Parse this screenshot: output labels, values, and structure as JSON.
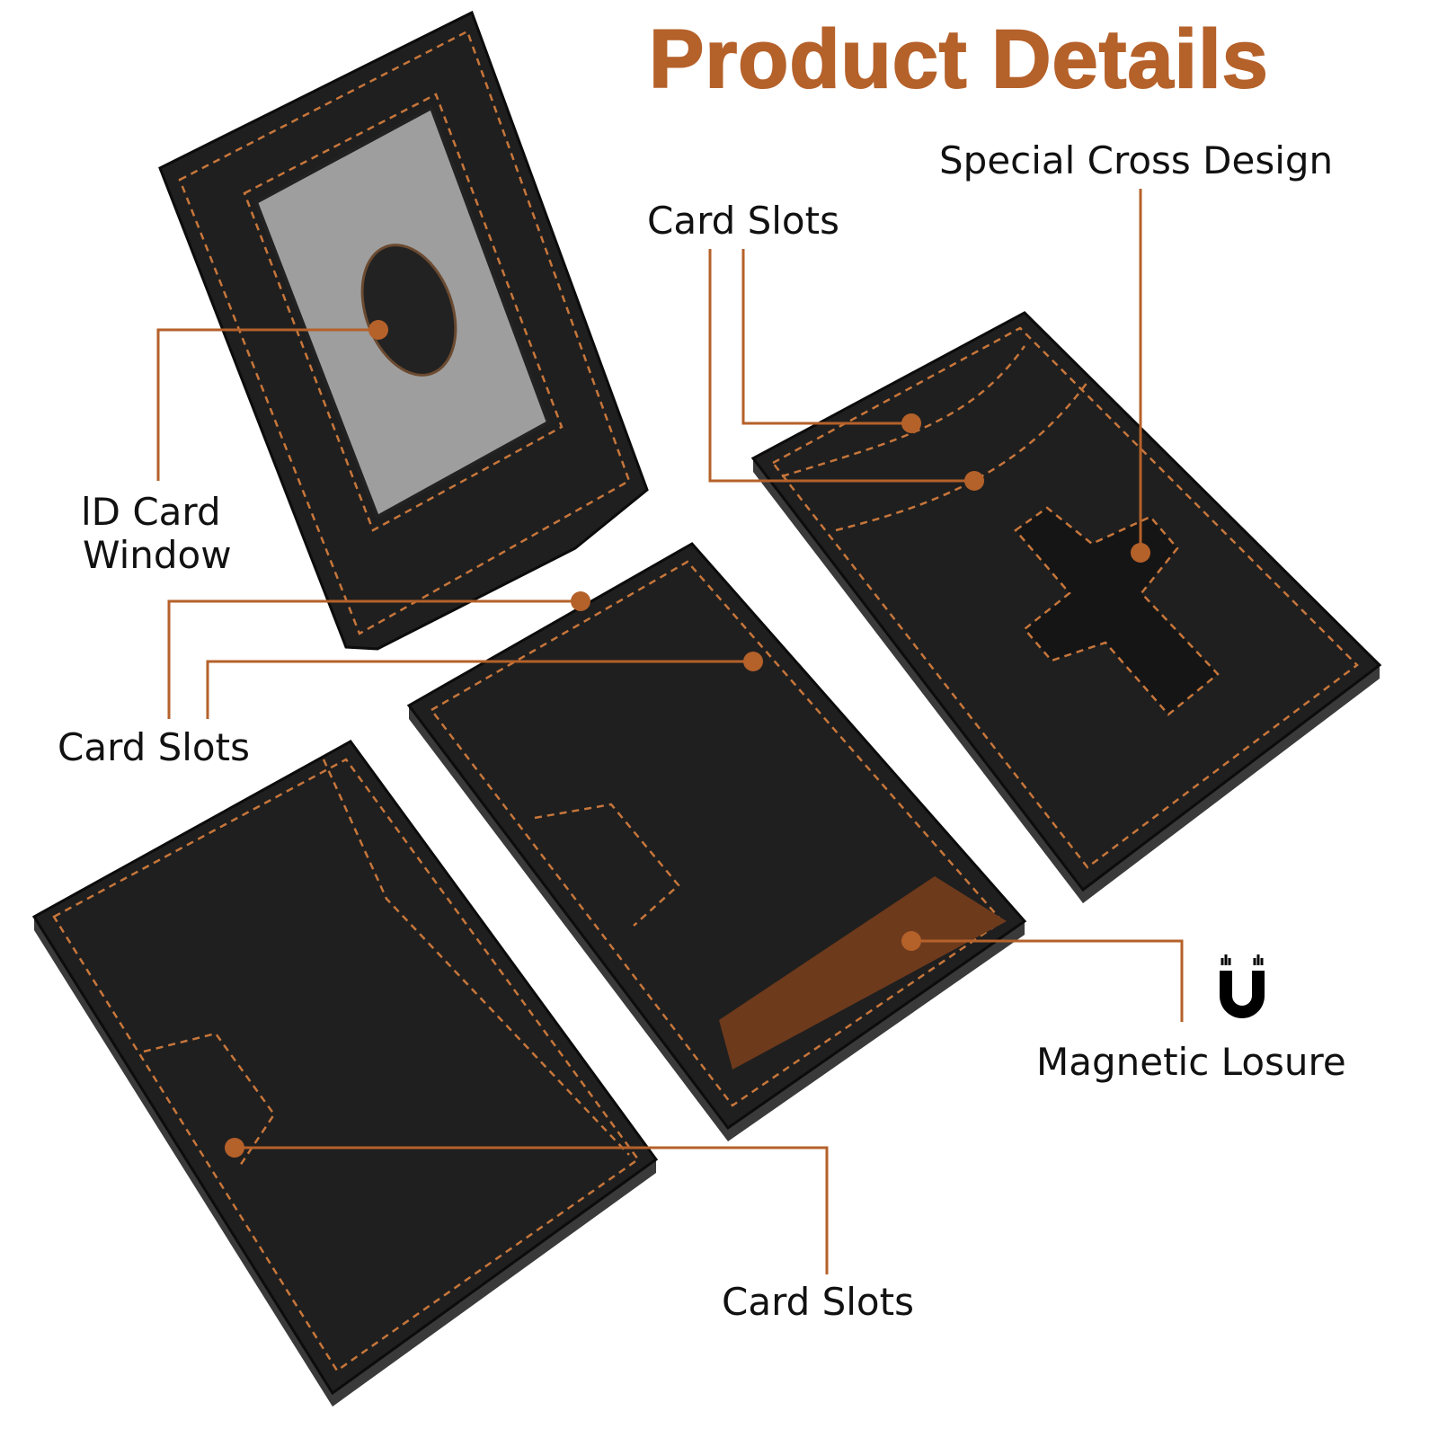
{
  "title": "Product Details",
  "accent_color": "#b5612a",
  "labels": {
    "id_card_window_line1": "lD Card",
    "id_card_window_line2": "Window",
    "card_slots_left": "Card Slots",
    "card_slots_top": "Card Slots",
    "special_cross_design": "Special Cross Design",
    "magnetic_closure": "Magnetic Losure",
    "card_slots_bottom": "Card Slots"
  },
  "icons": {
    "magnet": "magnet-icon"
  }
}
